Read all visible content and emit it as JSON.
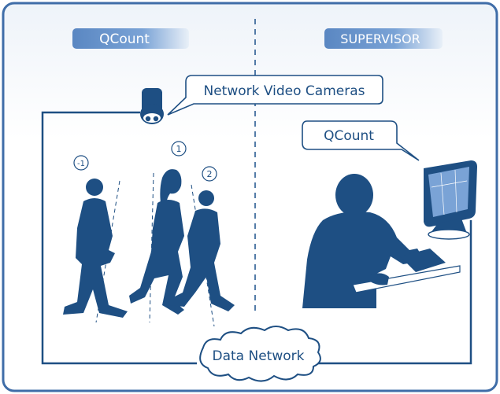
{
  "labels": {
    "left_section": "QCount",
    "right_section": "SUPERVISOR",
    "cameras": "Network Video Cameras",
    "monitor_app": "QCount",
    "network": "Data Network",
    "person_minus1": "-1",
    "person_1": "1",
    "person_2": "2"
  },
  "colors": {
    "primary": "#1e4f83",
    "frame": "#3f6da8",
    "tag_fill": "#6b96cd",
    "tag_text": "#ffffff"
  },
  "icons": {
    "camera": "dome-camera-icon",
    "supervisor": "supervisor-at-terminal-icon",
    "cloud": "cloud-icon"
  }
}
